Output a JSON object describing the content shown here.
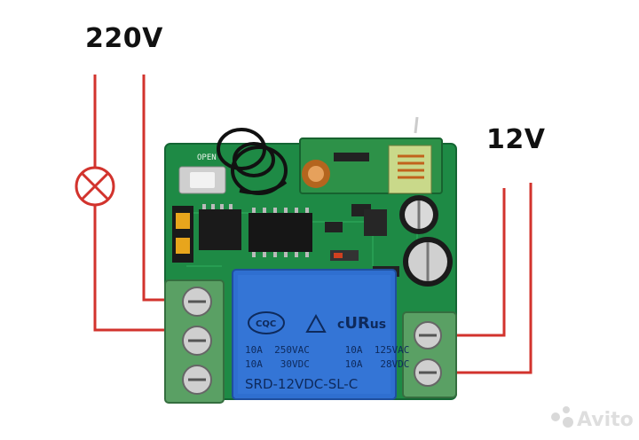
{
  "labels": {
    "mains_voltage": "220V",
    "supply_voltage": "12V"
  },
  "relay": {
    "brand": "CQC",
    "line1": "10A  250VAC      10A  125VAC",
    "line2": "10A   30VDC      10A   28VDC",
    "model": "SRD-12VDC-SL-C"
  },
  "board": {
    "silk_text": "OPEN"
  },
  "watermark": {
    "text": "Avito"
  },
  "colors": {
    "wire_red": "#d2332d",
    "pcb_green": "#1e8a45",
    "relay_blue": "#2f6fd0",
    "terminal_green": "#5aa064"
  }
}
